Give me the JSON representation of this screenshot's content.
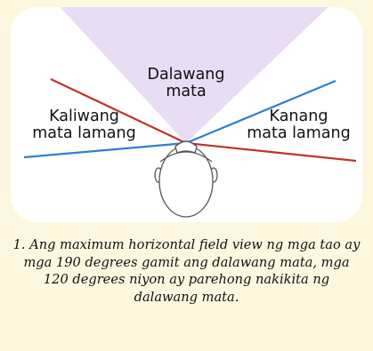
{
  "diagram": {
    "labels": {
      "both_eyes": [
        "Dalawang",
        "mata"
      ],
      "left_eye_only": [
        "Kaliwang",
        "mata lamang"
      ],
      "right_eye_only": [
        "Kanang",
        "mata lamang"
      ]
    },
    "colors": {
      "background": "#fdf7df",
      "binocular_region": "#e9dcf5",
      "left_eye_line": "#c0332b",
      "right_eye_line": "#2f7fd0",
      "head_outline": "#555555"
    }
  },
  "caption": "1. Ang maximum horizontal field view ng mga tao ay mga 190 degrees gamit ang dalawang mata, mga 120 degrees niyon ay parehong nakikita ng dalawang mata."
}
